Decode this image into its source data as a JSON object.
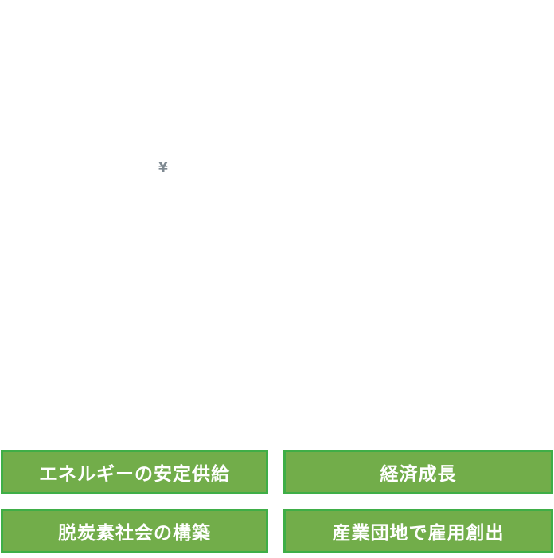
{
  "symbol": {
    "yen": "¥"
  },
  "buttons": [
    {
      "label": "エネルギーの安定供給"
    },
    {
      "label": "経済成長"
    },
    {
      "label": "脱炭素社会の構築"
    },
    {
      "label": "産業団地で雇用創出"
    }
  ],
  "colors": {
    "button_fill": "#72ad4a",
    "button_border": "#3fae47"
  }
}
